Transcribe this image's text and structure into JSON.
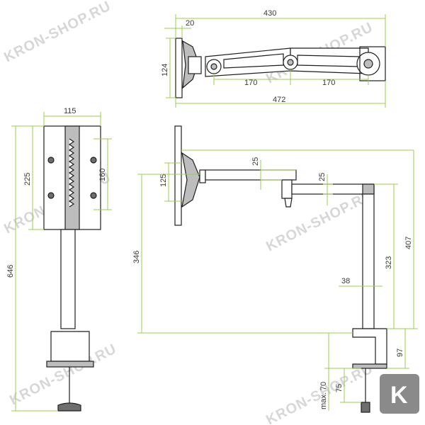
{
  "watermark_text": "KRON-SHOP.RU",
  "logo_letter": "K",
  "colors": {
    "dimension_line": "#9ccc4e",
    "outline": "#1e1e1e",
    "grey_part": "#bdbdbd",
    "logo": "#8a8a8a"
  },
  "top_view": {
    "dims": {
      "total_arm": "430",
      "plate_thickness": "20",
      "plate_height": "124",
      "arm_1": "170",
      "arm_2": "170",
      "total_length": "472"
    }
  },
  "front_view": {
    "dims": {
      "width": "115",
      "height": "225",
      "vesa": "160",
      "overall_height": "646"
    }
  },
  "side_view": {
    "dims": {
      "plate": "125",
      "arm_thickness_1": "25",
      "arm_thickness_2": "25",
      "reach": "346",
      "pole_height": "323",
      "total_height": "407",
      "pole_diameter": "38",
      "clamp_height": "97",
      "clamp_depth": "75",
      "desk_max": "max. 70"
    }
  }
}
